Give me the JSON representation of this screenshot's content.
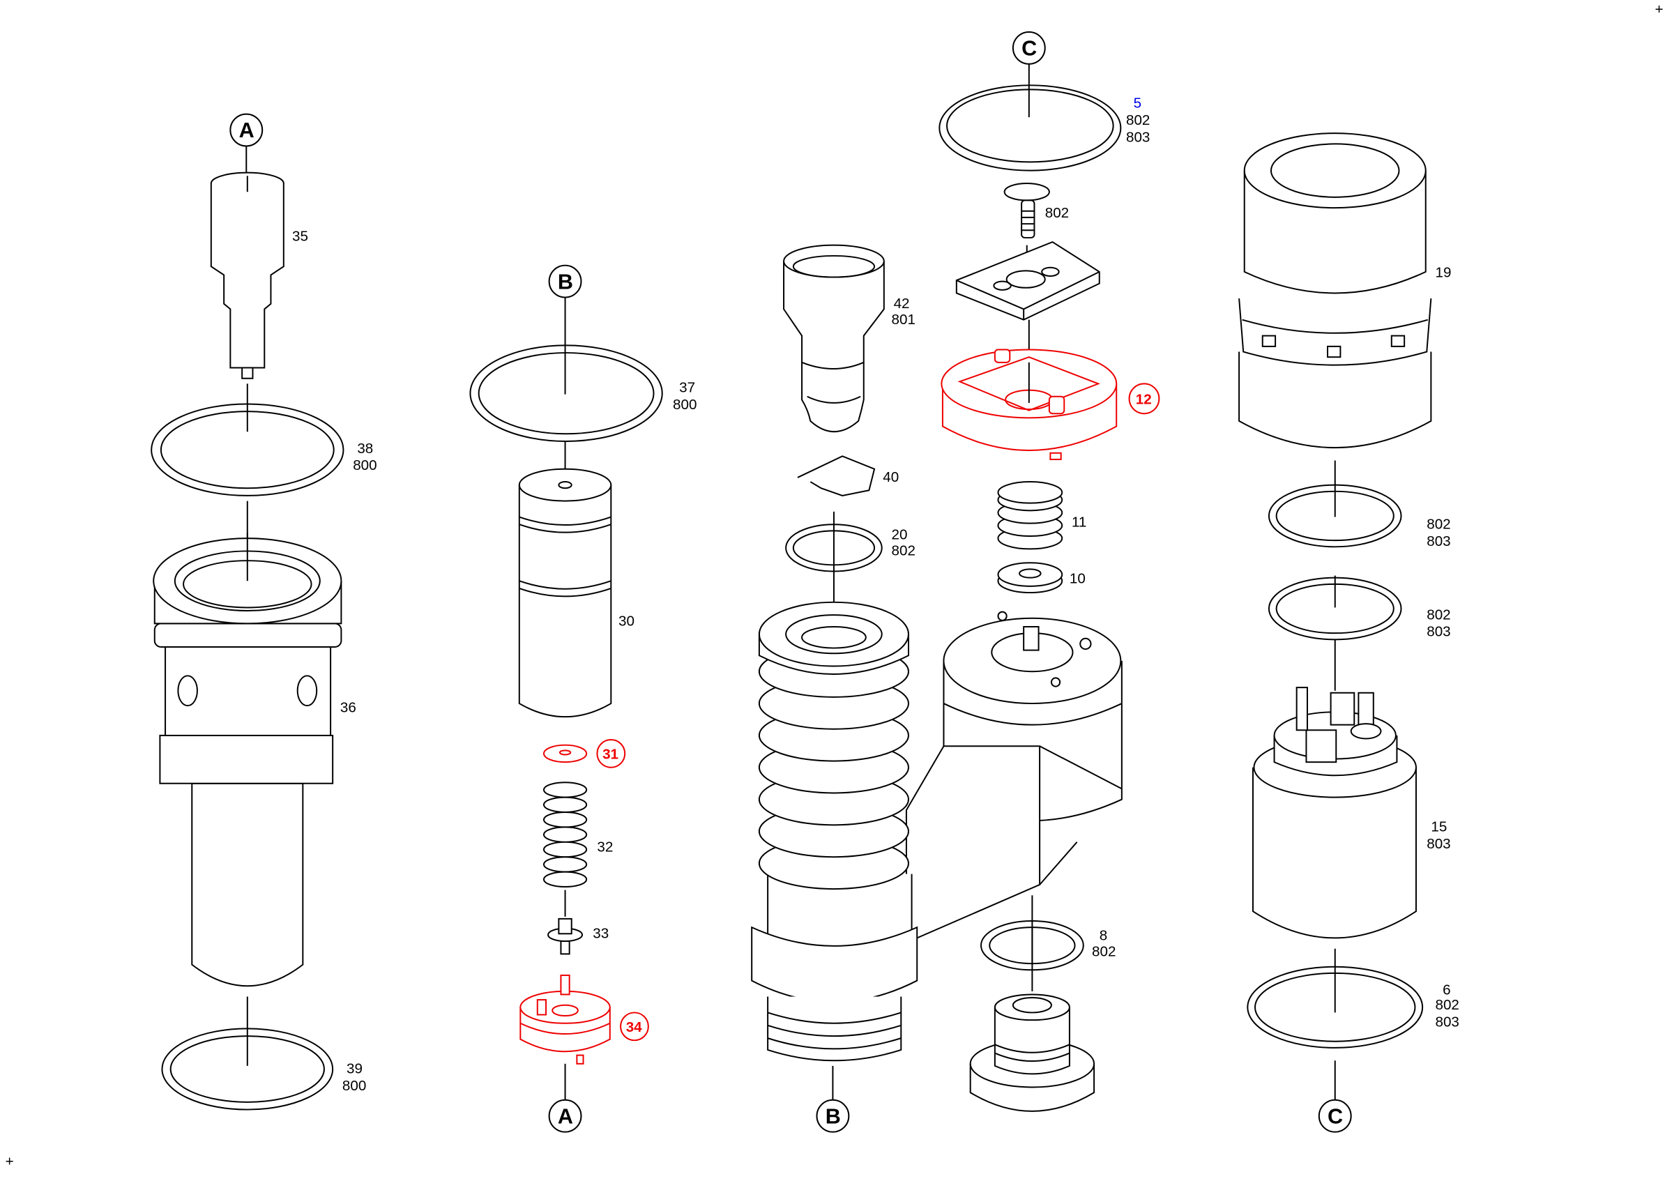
{
  "diagram": {
    "colors": {
      "line": "#000000",
      "highlight": "#ee0000",
      "link": "#0000ee"
    },
    "connectors": {
      "A_top": "A",
      "B_top": "B",
      "C_top": "C",
      "A_bottom": "A",
      "B_bottom": "B",
      "C_bottom": "C"
    },
    "parts": {
      "p35": [
        "35"
      ],
      "p38": [
        "38",
        "800"
      ],
      "p36": [
        "36"
      ],
      "p39": [
        "39",
        "800"
      ],
      "p37": [
        "37",
        "800"
      ],
      "p30": [
        "30"
      ],
      "p31": [
        "31"
      ],
      "p32": [
        "32"
      ],
      "p33": [
        "33"
      ],
      "p34": [
        "34"
      ],
      "p42": [
        "42",
        "801"
      ],
      "p40": [
        "40"
      ],
      "p20": [
        "20",
        "802"
      ],
      "p5": [
        "5",
        "802",
        "803"
      ],
      "p802screw": [
        "802"
      ],
      "p12": [
        "12"
      ],
      "p11": [
        "11"
      ],
      "p10": [
        "10"
      ],
      "p8": [
        "8",
        "802"
      ],
      "p19": [
        "19"
      ],
      "p802a": [
        "802",
        "803"
      ],
      "p802b": [
        "802",
        "803"
      ],
      "p15": [
        "15",
        "803"
      ],
      "p6": [
        "6",
        "802",
        "803"
      ]
    },
    "markers": {
      "cross": "+"
    }
  }
}
